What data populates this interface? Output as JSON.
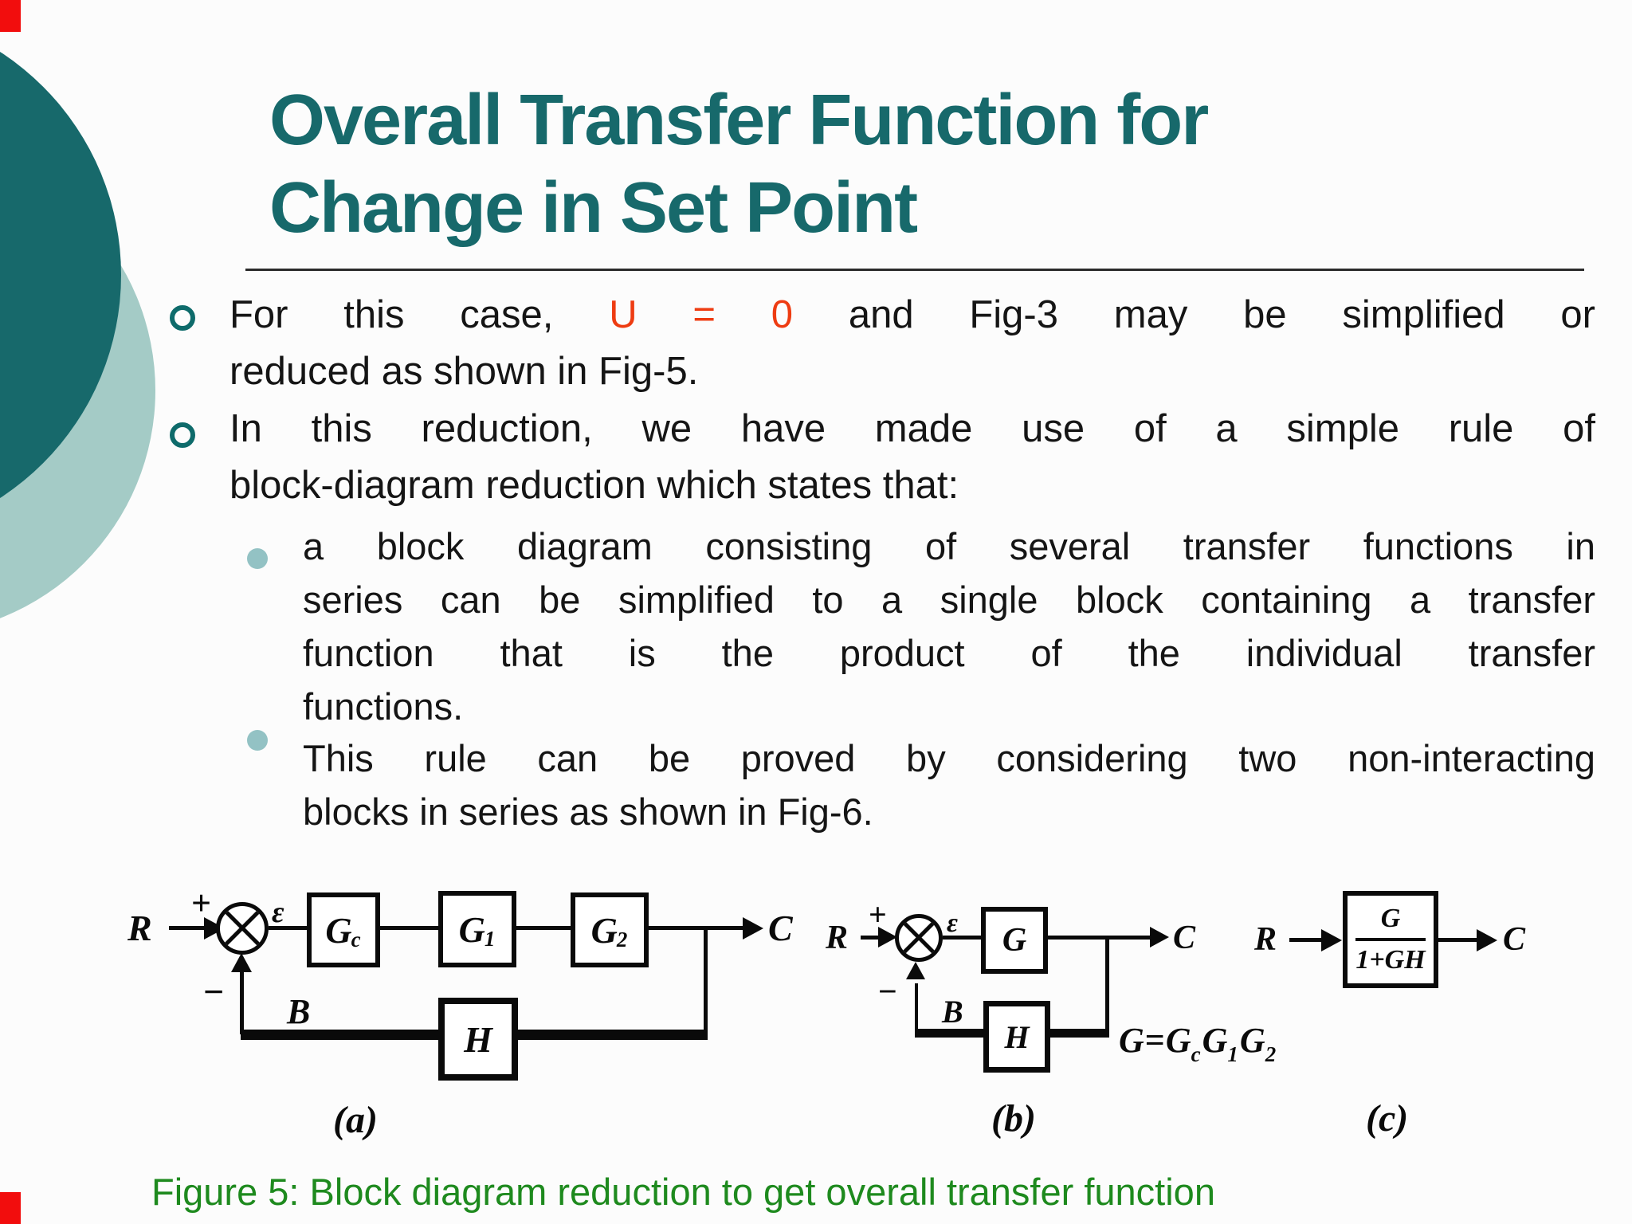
{
  "slide": {
    "title_line1": "Overall Transfer Function for",
    "title_line2": "Change in Set Point"
  },
  "colors": {
    "title-teal": "#17696b",
    "circle-dark": "#17696b",
    "circle-light": "#a4cbc6",
    "bullet-ring": "#0e6b6b",
    "sub-dot": "#93c2c4",
    "body-text": "#151515",
    "highlight-red": "#ee3c12",
    "caption-green": "#1e8a1e",
    "corner-red": "#f20d0d",
    "rule-gray": "#2b2b2b"
  },
  "bullets": {
    "b1": {
      "pre": "For this case,",
      "highlight": "U = 0",
      "post": "and Fig-3 may be simplified or",
      "line2": "reduced as shown in Fig-5."
    },
    "b2": {
      "line1": "In this reduction, we have made use of a simple rule of",
      "line2": "block-diagram reduction which states that:"
    },
    "s1": {
      "line1": "a block diagram consisting of several transfer functions in",
      "line2": "series can be simplified to a single block containing a transfer",
      "line3": "function that is the product of the individual transfer",
      "line4": "functions."
    },
    "s2": {
      "line1": "This rule can be proved by considering two non-interacting",
      "line2": "blocks in series as shown in Fig-6."
    }
  },
  "figure": {
    "caption": "Figure 5: Block diagram reduction to get overall transfer function",
    "diagram_a": {
      "input": "R",
      "plus": "+",
      "minus": "−",
      "error": "ε",
      "b1_main": "G",
      "b1_sub": "c",
      "b2_main": "G",
      "b2_sub": "1",
      "b3_main": "G",
      "b3_sub": "2",
      "fb_block": "H",
      "fb_signal": "B",
      "output": "C",
      "tag": "(a)"
    },
    "diagram_b": {
      "input": "R",
      "plus": "+",
      "minus": "−",
      "error": "ε",
      "fwd_block": "G",
      "fb_block": "H",
      "fb_signal": "B",
      "output": "C",
      "tag": "(b)",
      "eq_lhs": "G",
      "eq_sign": "=",
      "eq_t1": "G",
      "eq_t1_sub": "c",
      "eq_t2": "G",
      "eq_t2_sub": "1",
      "eq_t3": "G",
      "eq_t3_sub": "2"
    },
    "diagram_c": {
      "input": "R",
      "num": "G",
      "den": "1+GH",
      "output": "C",
      "tag": "(c)"
    }
  }
}
